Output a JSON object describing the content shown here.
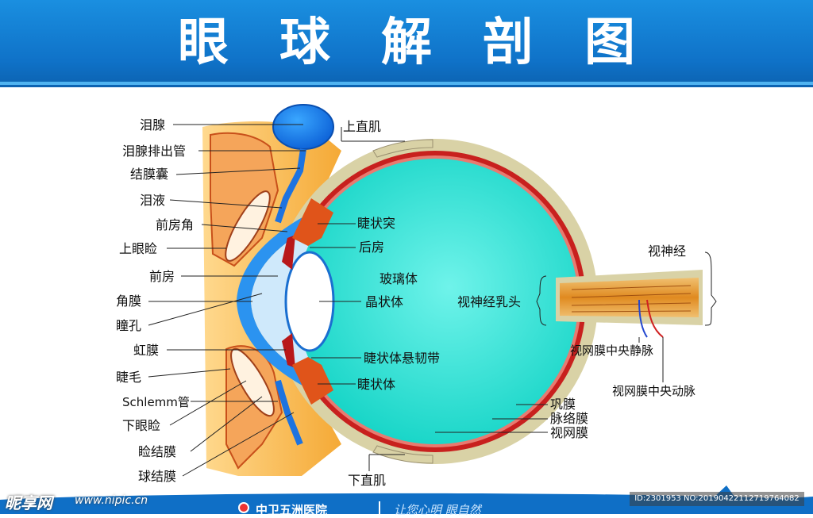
{
  "header": {
    "title": "眼球解剖图"
  },
  "labels": {
    "lacrimal_gland": "泪腺",
    "lacrimal_duct": "泪腺排出管",
    "conjunctival_sac": "结膜囊",
    "tears": "泪液",
    "anterior_chamber_angle": "前房角",
    "upper_eyelid": "上眼睑",
    "anterior_chamber": "前房",
    "cornea": "角膜",
    "pupil": "瞳孔",
    "iris": "虹膜",
    "eyelash": "睫毛",
    "schlemm": "Schlemm管",
    "lower_eyelid": "下眼睑",
    "palpebral_conjunctiva": "睑结膜",
    "bulbar_conjunctiva": "球结膜",
    "superior_rectus": "上直肌",
    "ciliary_process": "睫状突",
    "posterior_chamber": "后房",
    "vitreous": "玻璃体",
    "lens": "晶状体",
    "zonule": "睫状体悬韧带",
    "ciliary_body": "睫状体",
    "optic_disc": "视神经乳头",
    "optic_nerve": "视神经",
    "central_retinal_vein": "视网膜中央静脉",
    "central_retinal_artery": "视网膜中央动脉",
    "sclera": "巩膜",
    "choroid": "脉络膜",
    "retina": "视网膜",
    "inferior_rectus": "下直肌"
  },
  "footer": {
    "watermark_logo": "昵享网",
    "watermark_url": "www.nipic.cn",
    "image_id": "ID:2301953 NO:20190422112719764082",
    "hospital": "中卫五洲医院",
    "slogan": "让您心明  眼自然"
  },
  "colors": {
    "header_blue": "#1283d6",
    "vitreous": "#1fe0d4",
    "sclera": "#d9d2a6",
    "choroid": "#c8201e",
    "lacrimal_gland": "#1f7fe8",
    "eyelid": "#f2a020"
  }
}
